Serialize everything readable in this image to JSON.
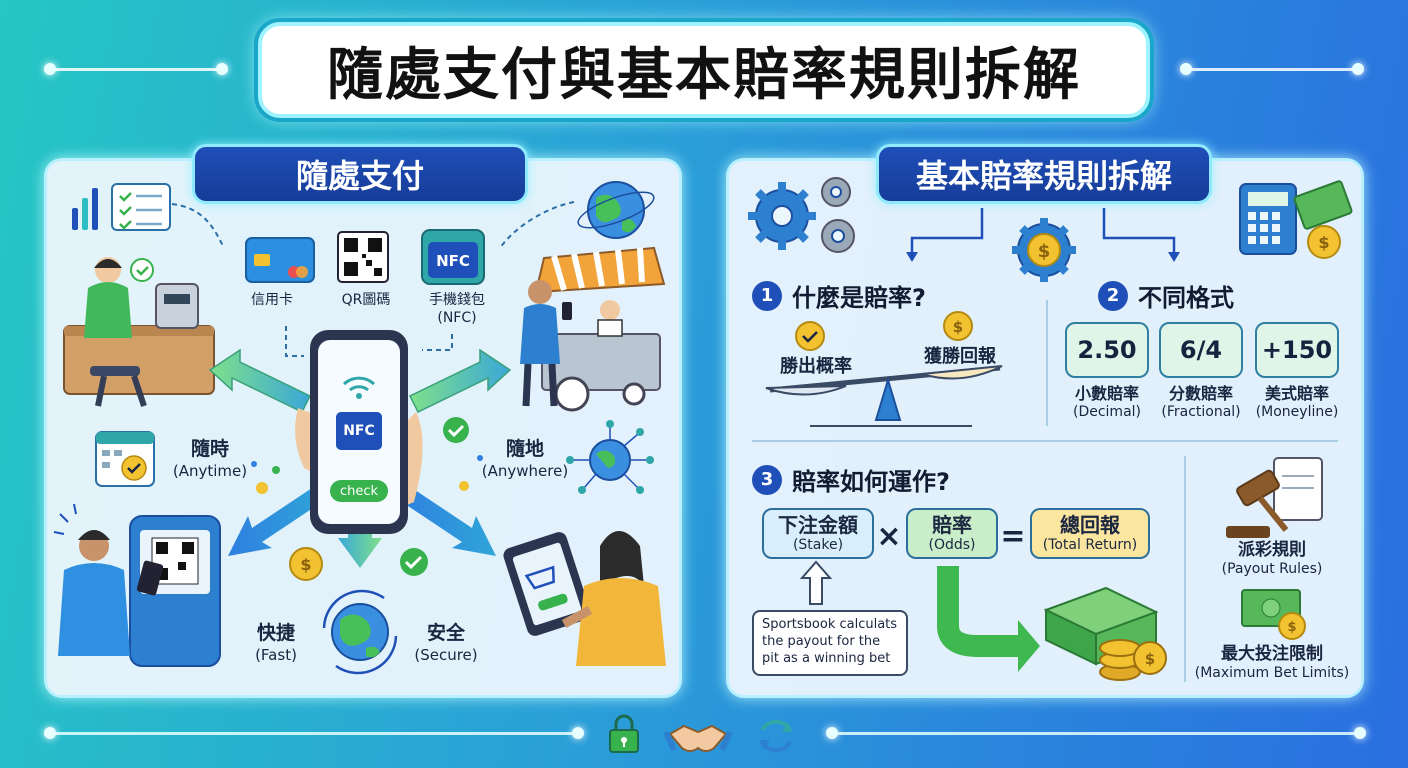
{
  "title": "隨處支付與基本賠率規則拆解",
  "left_panel": {
    "heading": "隨處支付",
    "methods": [
      {
        "label": "信用卡",
        "icon": "credit-card-icon"
      },
      {
        "label": "QR圖碼",
        "icon": "qr-code-icon"
      },
      {
        "label": "手機錢包\n(NFC)",
        "icon": "nfc-wallet-icon"
      }
    ],
    "phone": {
      "nfc": "NFC",
      "check": "check"
    },
    "features": {
      "anytime": {
        "zh": "隨時",
        "en": "(Anytime)"
      },
      "anywhere": {
        "zh": "隨地",
        "en": "(Anywhere)"
      },
      "fast": {
        "zh": "快捷",
        "en": "(Fast)"
      },
      "secure": {
        "zh": "安全",
        "en": "(Secure)"
      }
    },
    "qr_card_label": "QR圖碼",
    "wallet_label": "NFC"
  },
  "right_panel": {
    "heading": "基本賠率規則拆解",
    "section1": {
      "num": "1",
      "title": "什麼是賠率?",
      "left_label": "勝出概率",
      "right_label": "獲勝回報"
    },
    "section2": {
      "num": "2",
      "title": "不同格式",
      "formats": [
        {
          "value": "2.50",
          "zh": "小數賠率",
          "en": "(Decimal)"
        },
        {
          "value": "6/4",
          "zh": "分數賠率",
          "en": "(Fractional)"
        },
        {
          "value": "+150",
          "zh": "美式賠率",
          "en": "(Moneyline)"
        }
      ]
    },
    "section3": {
      "num": "3",
      "title": "賠率如何運作?",
      "stake": {
        "zh": "下注金額",
        "en": "(Stake)"
      },
      "times": "×",
      "odds": {
        "zh": "賠率",
        "en": "(Odds)"
      },
      "equals": "=",
      "total": {
        "zh": "總回報",
        "en": "(Total Return)"
      },
      "callout": "Sportsbook calculats the payout for the pit as a winning bet"
    },
    "rules": [
      {
        "zh": "派彩規則",
        "en": "(Payout Rules)"
      },
      {
        "zh": "最大投注限制",
        "en": "(Maximum Bet Limits)"
      }
    ]
  },
  "colors": {
    "accent_blue": "#1f4fb8",
    "green": "#56c76a",
    "gold": "#f2c230",
    "panel_bg": "#ecf6fd"
  }
}
